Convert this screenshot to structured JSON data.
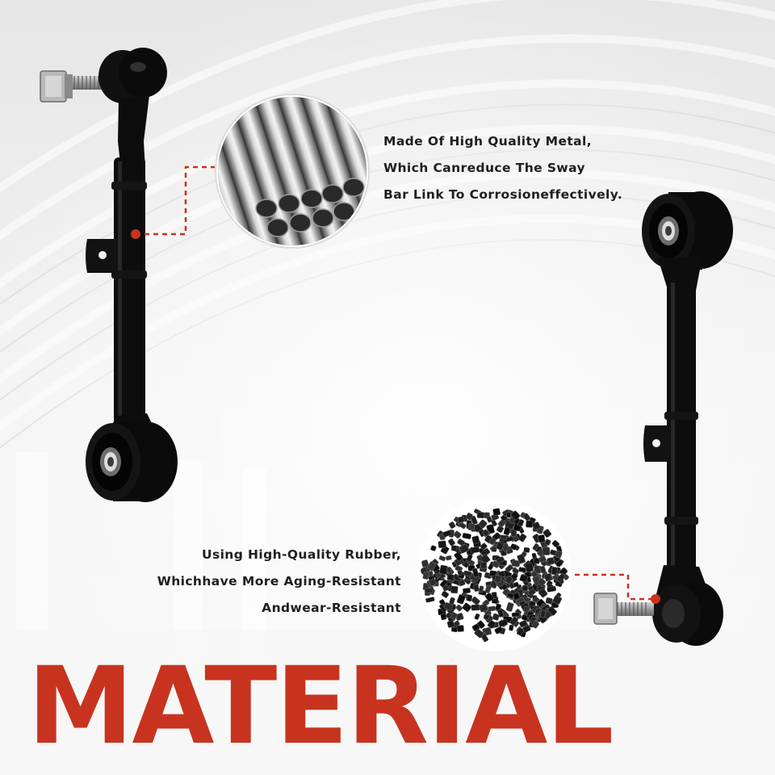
{
  "colors": {
    "accent": "#c8331f",
    "text": "#1e1e1e",
    "part": "#0d0d0d",
    "background": "#eeeeee"
  },
  "callouts": {
    "metal": {
      "image": "steel-rods",
      "lines": [
        "Made Of High Quality Metal,",
        "Which Canreduce The Sway",
        "Bar Link To Corrosioneffectively."
      ]
    },
    "rubber": {
      "image": "rubber-pellets",
      "lines": [
        "Using High-Quality Rubber,",
        "Whichhave More Aging-Resistant",
        "Andwear-Resistant"
      ]
    }
  },
  "title": "MATERIAL"
}
